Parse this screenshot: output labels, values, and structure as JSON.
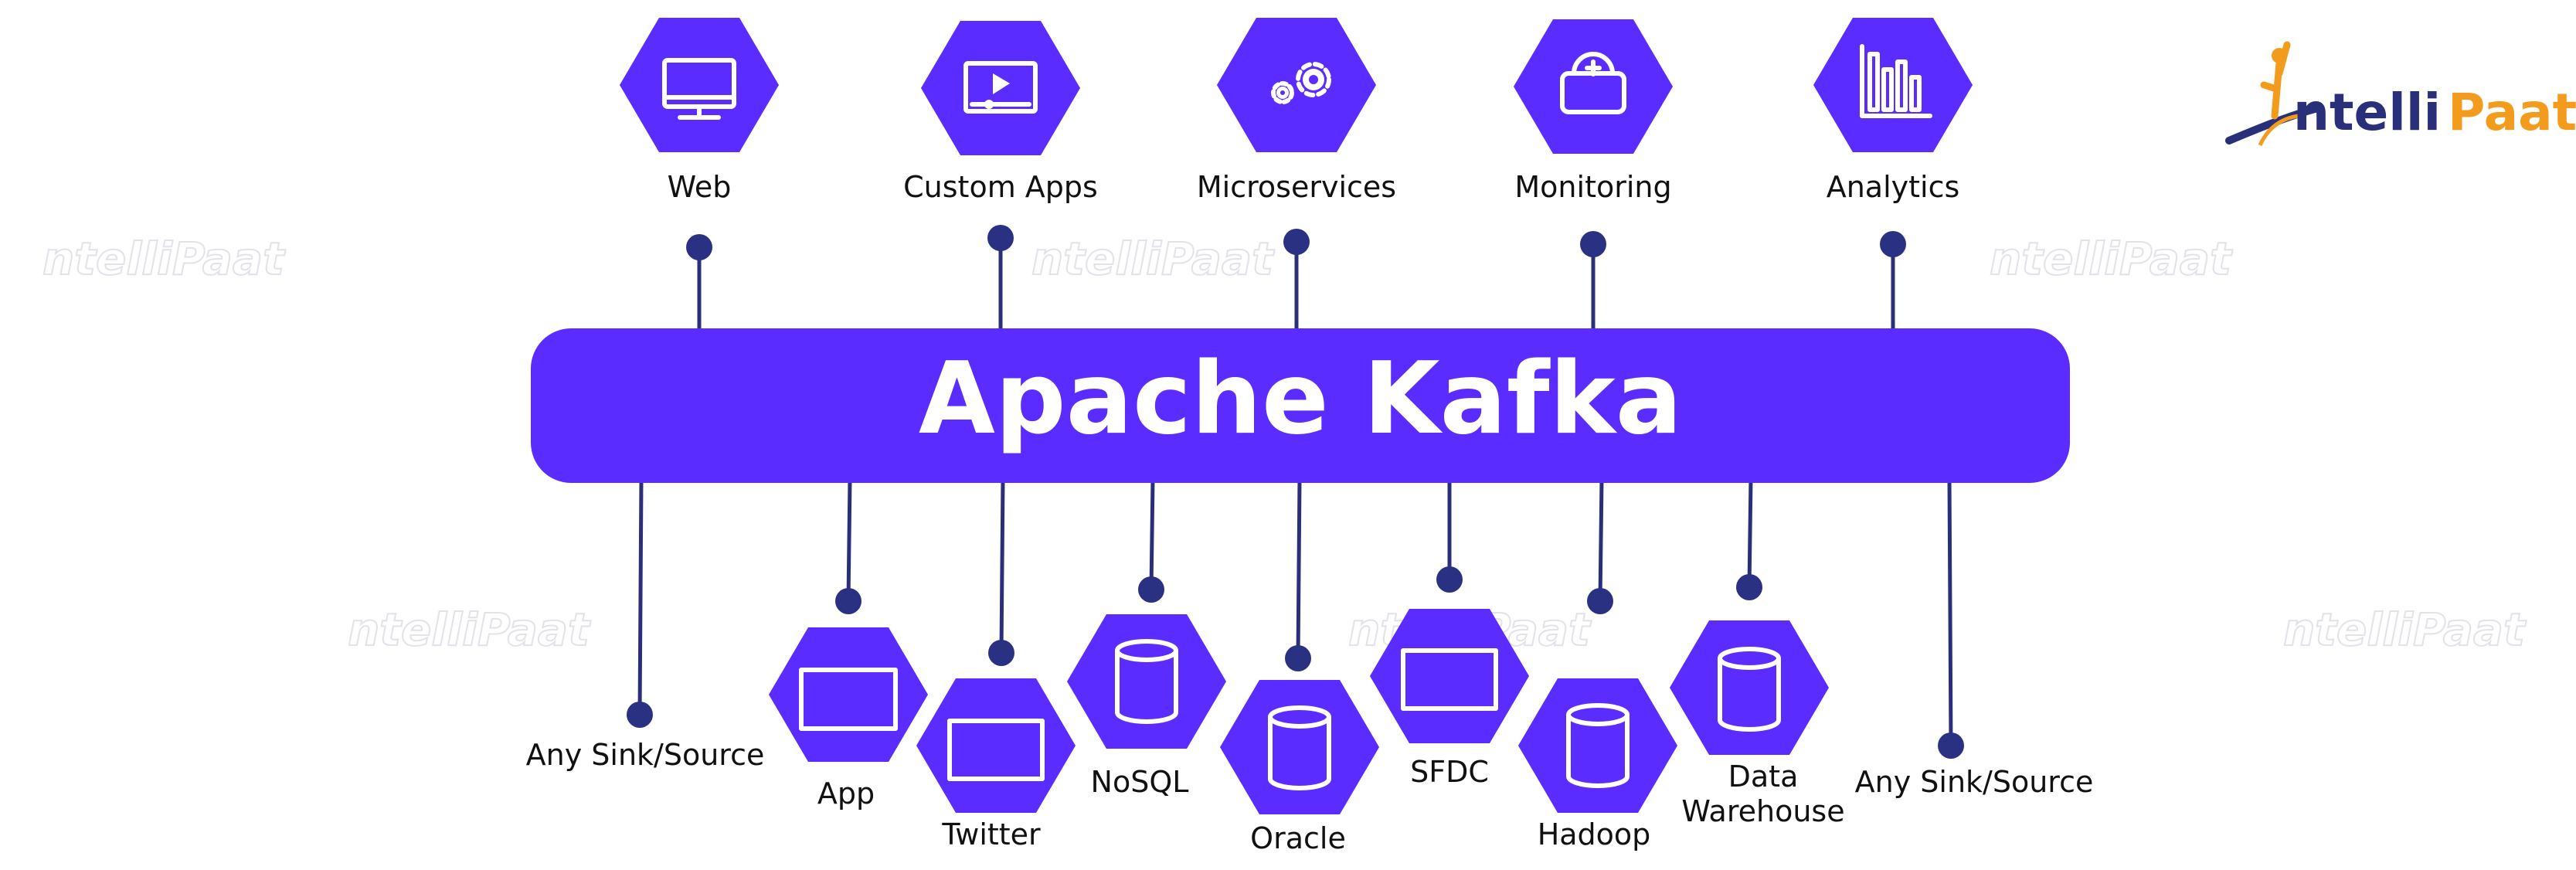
{
  "logo": {
    "part1": "ntelli",
    "part2": "Paat",
    "color_dark": "#2a2f7a",
    "color_accent": "#f39b1c"
  },
  "watermark": "ntelliPaat",
  "bus": {
    "title": "Apache Kafka",
    "color": "#5b2cff"
  },
  "top_nodes": [
    {
      "label": "Web",
      "icon": "monitor-icon"
    },
    {
      "label": "Custom Apps",
      "icon": "video-player-icon"
    },
    {
      "label": "Microservices",
      "icon": "gears-icon"
    },
    {
      "label": "Monitoring",
      "icon": "gauge-icon"
    },
    {
      "label": "Analytics",
      "icon": "bar-chart-icon"
    }
  ],
  "bottom_nodes": [
    {
      "label": "Any Sink/Source",
      "icon": ""
    },
    {
      "label": "App",
      "icon": "window-icon"
    },
    {
      "label": "Twitter",
      "icon": "window-icon"
    },
    {
      "label": "NoSQL",
      "icon": "database-icon"
    },
    {
      "label": "Oracle",
      "icon": "database-icon"
    },
    {
      "label": "SFDC",
      "icon": "window-icon"
    },
    {
      "label": "Hadoop",
      "icon": "database-icon"
    },
    {
      "label": "Data",
      "icon": "database-icon"
    },
    {
      "label": "Any Sink/Source",
      "icon": ""
    }
  ],
  "data_warehouse_line2": "Warehouse",
  "colors": {
    "hexagon": "#5b2cff",
    "connector": "#2a3182"
  }
}
